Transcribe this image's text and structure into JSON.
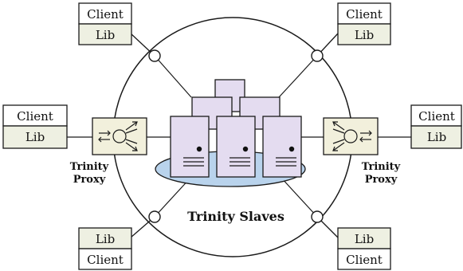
{
  "labels": {
    "client": "Client",
    "lib": "Lib",
    "proxy_line1": "Trinity",
    "proxy_line2": "Proxy",
    "slaves": "Trinity Slaves"
  },
  "colors": {
    "lib_fill": "#eef0e2",
    "proxy_fill": "#f2f0dc",
    "server_fill": "#e4dcf0",
    "ellipse_fill": "#b9d3ec",
    "stroke": "#1a1a1a"
  }
}
